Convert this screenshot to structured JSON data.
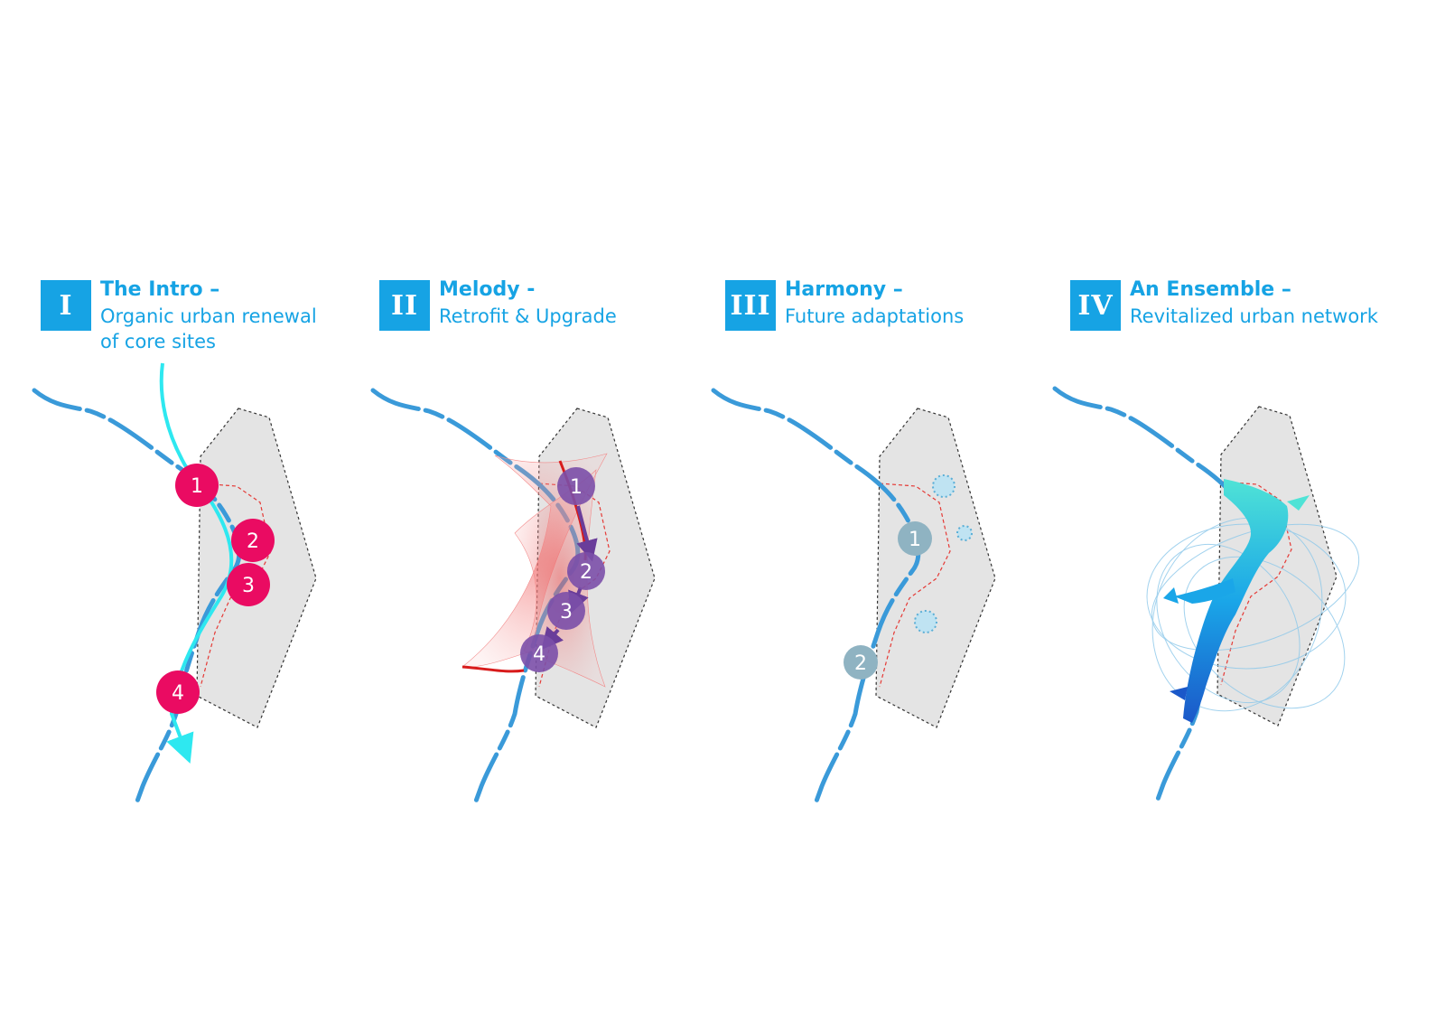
{
  "colors": {
    "accent": "#16a3e4",
    "river": "#3a9ad9",
    "site": "#e4e4e4",
    "pink": "#ea0b62",
    "purple": "#7b4fa8",
    "grey_marker": "#8fb3c2",
    "red_boundary": "#e53935",
    "cyan_flow": "#2ee8f0"
  },
  "panels": [
    {
      "numeral": "I",
      "title": "The Intro –",
      "subtitle_lines": [
        "Organic urban renewal",
        "of core sites"
      ],
      "markers": [
        "1",
        "2",
        "3",
        "4"
      ]
    },
    {
      "numeral": "II",
      "title": "Melody -",
      "subtitle_lines": [
        "Retrofit & Upgrade"
      ],
      "markers": [
        "1",
        "2",
        "3",
        "4"
      ]
    },
    {
      "numeral": "III",
      "title": "Harmony –",
      "subtitle_lines": [
        "Future adaptations"
      ],
      "markers": [
        "1",
        "2"
      ]
    },
    {
      "numeral": "IV",
      "title": "An Ensemble –",
      "subtitle_lines": [
        "Revitalized urban network"
      ],
      "markers": []
    }
  ]
}
